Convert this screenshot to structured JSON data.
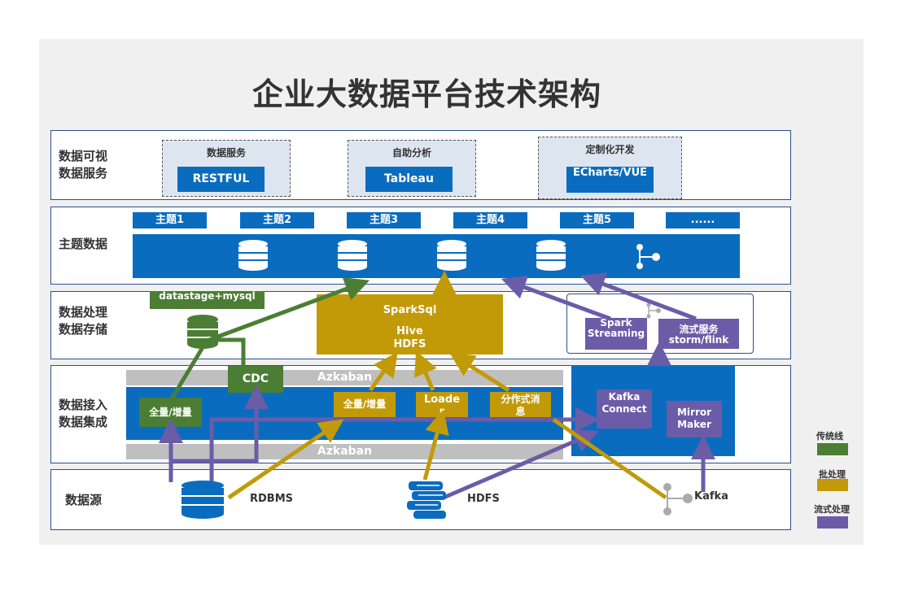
{
  "title": "企业大数据平台技术架构",
  "layers": {
    "viz": [
      "数据可视",
      "数据服务"
    ],
    "topic": "主题数据",
    "process": [
      "数据处理",
      "数据存储"
    ],
    "ingest": [
      "数据接入",
      "数据集成"
    ],
    "source": "数据源"
  },
  "services": [
    {
      "title": "数据服务",
      "button": "RESTFUL"
    },
    {
      "title": "自助分析",
      "button": "Tableau"
    },
    {
      "title": "定制化开发",
      "button": "ECharts/VUE"
    }
  ],
  "topics": [
    "主题1",
    "主题2",
    "主题3",
    "主题4",
    "主题5",
    "......"
  ],
  "processing": {
    "datastage": "datastage+mysql",
    "sparksql": "SparkSql",
    "hive": "Hive",
    "hdfs": "HDFS",
    "spark_streaming": "Spark Streaming",
    "stream_service": [
      "流式服务",
      "storm/flink"
    ],
    "cdc": "CDC"
  },
  "ingest": {
    "azkaban_top": "Azkaban",
    "azkaban_bottom": "Azkaban",
    "full_incr_green": "全量/增量",
    "full_incr_gold": "全量/增量",
    "loader": "Loader",
    "dist_msg": "分作式消息",
    "kafka_connect": "Kafka Connect",
    "mirror_maker": "Mirror Maker"
  },
  "sources": {
    "rdbms": "RDBMS",
    "hdfs": "HDFS",
    "kafka": "Kafka"
  },
  "legend": [
    {
      "label": "传统线",
      "color": "#4b7e34"
    },
    {
      "label": "批处理",
      "color": "#c29a08"
    },
    {
      "label": "流式处理",
      "color": "#6b5ca8"
    }
  ],
  "colors": {
    "blue": "#0a6cbf",
    "green": "#4b7e34",
    "gold": "#c29a08",
    "purple": "#6b5ca8"
  }
}
